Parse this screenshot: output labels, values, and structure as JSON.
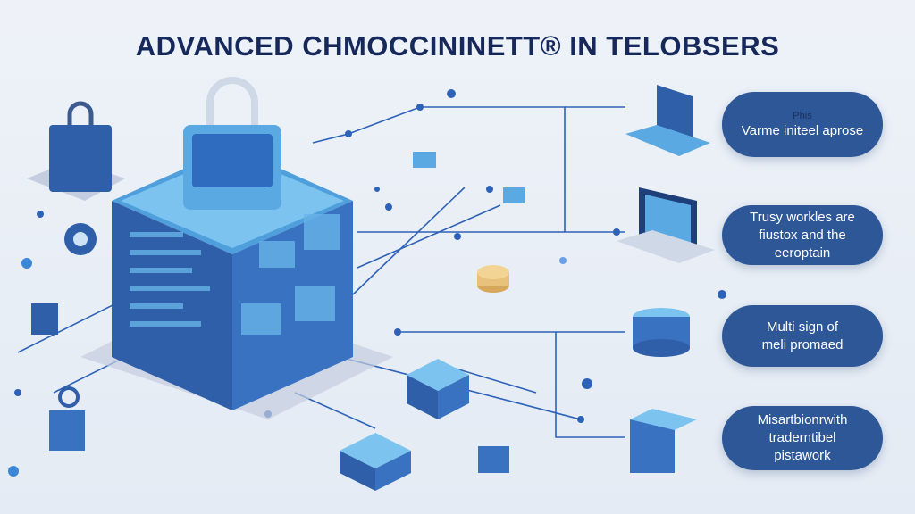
{
  "title": "ADVANCED CHMOCCININETT® IN TELOBSERS",
  "colors": {
    "title": "#16295a",
    "pill": "#2d5797",
    "accent": "#3a7bd5",
    "light": "#5fb3e8"
  },
  "pills": [
    {
      "small": "Phis",
      "lines": [
        "Varme initeel aprose"
      ]
    },
    {
      "lines": [
        "Trusy workles are",
        "fiustox and the",
        "eeroptain"
      ]
    },
    {
      "lines": [
        "Multi sign of",
        "meli promaed"
      ]
    },
    {
      "lines": [
        "Misartbionrwith",
        "traderntibel",
        "pistawork"
      ]
    }
  ]
}
